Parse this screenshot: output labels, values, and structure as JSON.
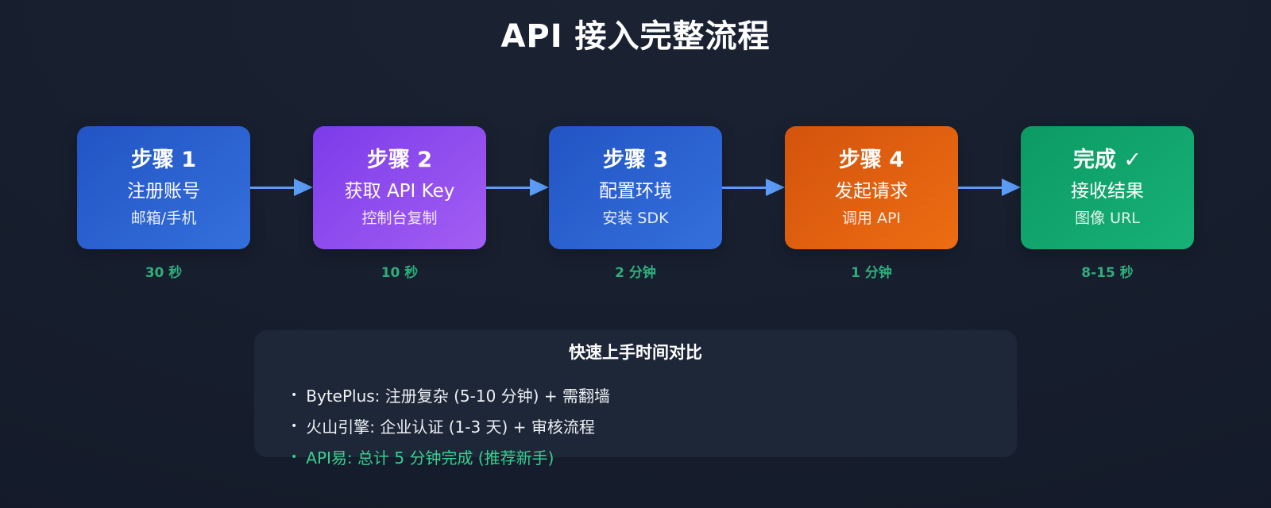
{
  "page": {
    "title": "API 接入完整流程",
    "background": "#161d2c"
  },
  "steps": [
    {
      "title": "步骤 1",
      "subtitle": "注册账号",
      "detail": "邮箱/手机",
      "time": "30 秒",
      "gradient_from": "#2254c4",
      "gradient_to": "#3470dc"
    },
    {
      "title": "步骤 2",
      "subtitle": "获取 API Key",
      "detail": "控制台复制",
      "time": "10 秒",
      "gradient_from": "#7c3bea",
      "gradient_to": "#a35ef2"
    },
    {
      "title": "步骤 3",
      "subtitle": "配置环境",
      "detail": "安装 SDK",
      "time": "2 分钟",
      "gradient_from": "#2254c4",
      "gradient_to": "#3470dc"
    },
    {
      "title": "步骤 4",
      "subtitle": "发起请求",
      "detail": "调用 API",
      "time": "1 分钟",
      "gradient_from": "#d4530e",
      "gradient_to": "#ec6d12"
    },
    {
      "title": "完成 ✓",
      "subtitle": "接收结果",
      "detail": "图像 URL",
      "time": "8-15 秒",
      "gradient_from": "#0c9a64",
      "gradient_to": "#17b176"
    }
  ],
  "colors": {
    "arrow": "#5b9cf6",
    "time_label": "#2fae7c",
    "highlight": "#35d092",
    "panel_background": "#1e2737"
  },
  "comparison": {
    "title": "快速上手时间对比",
    "bullet": "•",
    "items": [
      {
        "text": "BytePlus: 注册复杂 (5-10 分钟) + 需翻墙",
        "highlight": false
      },
      {
        "text": "火山引擎: 企业认证 (1-3 天) + 审核流程",
        "highlight": false
      },
      {
        "text": "API易: 总计 5 分钟完成 (推荐新手)",
        "highlight": true
      }
    ]
  }
}
